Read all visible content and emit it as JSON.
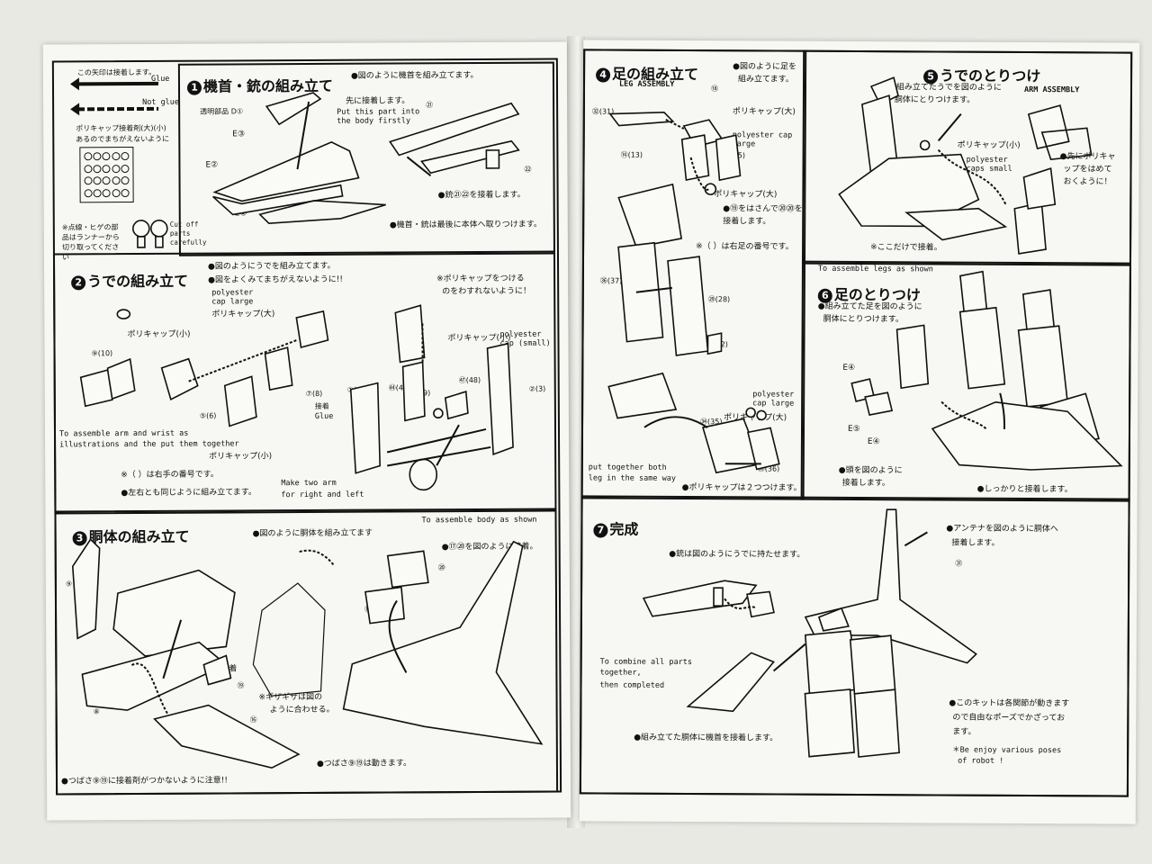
{
  "legend": {
    "glue": "この矢印は接着します。",
    "glue_en": "Glue",
    "no_glue_en": "Not glue",
    "poly_cap": "ポリキャップ接着剤(大)(小)",
    "poly_cap_note": "あるのでまちがえないように",
    "runner_note": "※点線・ヒゲの部品はランナーから切り取ってください",
    "cut_off": "Cut off parts carefully"
  },
  "steps": {
    "s1": {
      "num": "1",
      "title": "機首・銃の組み立て",
      "text1": "●図のように機首を組み立てます。",
      "text2": "先に接着します。",
      "en": "Put this part into the body firstly",
      "text3": "●銃㉑㉒を接着します。",
      "text4": "●機首・銃は最後に本体へ取りつけます。",
      "label_clear": "透明部品 D①",
      "e1": "E③",
      "e2": "E②",
      "e3": "E①",
      "p21": "㉑",
      "p22": "㉒"
    },
    "s2": {
      "num": "2",
      "title": "うでの組み立て",
      "text1": "●図のようにうでを組み立てます。",
      "text2": "●図をよくみてまちがえないように!!",
      "pc_large_en": "polyester cap large",
      "pc_large": "ポリキャップ(大)",
      "pc_small": "ポリキャップ(小)",
      "pc_small2": "ポリキャップ(小)",
      "pc_small3": "ポリキャップ(小)",
      "pc_small_en": "polyester cap (small)",
      "warn1": "※ポリキャップをつける",
      "warn2": "のをわすれないように！",
      "glue": "接着",
      "glue_en": "Glue",
      "en1": "To assemble arm and wrist as",
      "en2": "illustrations and the put them together",
      "right": "※（ ）は右手の番号です。",
      "both": "●左右とも同じように組み立てます。",
      "en3": "Make two arm",
      "en4": "for right and left",
      "p_a": "①(4)",
      "p_b": "②(3)",
      "p_c": "⑤(6)",
      "p_d": "⑦(8)",
      "p_e": "⑨(10)",
      "p_f": "㊹(45)",
      "p_g": "㊼(48)",
      "p_h": "㊿(49)"
    },
    "s3": {
      "num": "3",
      "title": "胴体の組み立て",
      "text1": "●図のように胴体を組み立てます",
      "en": "To assemble body as shown",
      "text2": "●⑰⑳を図のように接着。",
      "text3": "先に接着",
      "text4": "※ギザギザは図の",
      "text5": "ように合わせる。",
      "text6": "●つばさ⑨⑲は動きます。",
      "text7": "●つばさ⑨⑲に接着剤がつかないように注意!!",
      "p17": "⑰",
      "p20": "⑳",
      "p9": "⑨",
      "p19": "⑲",
      "p15": "⑮",
      "p8": "⑧",
      "p16": "⑯"
    },
    "s4": {
      "num": "4",
      "title": "足の組み立て",
      "en": "LEG ASSEMBLY",
      "text1": "●図のように足を",
      "text2": "組み立てます。",
      "pc_large": "ポリキャップ(大)",
      "pc_large_en": "polyester cap large",
      "pc2": "ポリキャップ(大)",
      "text3": "●⑲をはさんで⑳⑳を",
      "text4": "接着します。",
      "note": "※（ ）は右足の番号です。",
      "pc_large2_en": "polyester cap large",
      "pc_large3": "ポリキャップ(大)",
      "en2": "put together both",
      "en3": "leg in the same way",
      "text5": "●ポリキャップは２つつけます。",
      "p1": "㉜(31)",
      "p2": "⑱",
      "p3": "⑭(13)",
      "p4": "⑯(15)",
      "p5": "㉙(28)",
      "p6": "㊶(42)",
      "p7": "㊱(37)",
      "p8": "㉞(35)",
      "p9": "㉝(36)"
    },
    "s5": {
      "num": "5",
      "title": "うでのとりつけ",
      "text1": "●組み立てたうでを図のように",
      "text2": "胴体にとりつけます。",
      "en": "ARM ASSEMBLY",
      "pc_small": "ポリキャップ(小)",
      "pc_small_en": "polyester caps small",
      "text3": "●先にポリキャ",
      "text4": "ップをはめて",
      "text5": "おくように！",
      "text6": "※ここだけで接着。"
    },
    "s6": {
      "num": "6",
      "title": "足のとりつけ",
      "en": "To assemble legs as shown",
      "text1": "●組み立てた足を図のように",
      "text2": "胴体にとりつけます。",
      "e4": "E④",
      "e5": "E⑤",
      "e6": "E④",
      "text3": "●頭を図のように",
      "text4": "接着します。",
      "text5": "●しっかりと接着します。"
    },
    "s7": {
      "num": "7",
      "title": "完成",
      "text1": "●銃は図のようにうでに持たせます。",
      "text2": "●アンテナを図のように胴体へ",
      "text3": "接着します。",
      "en1": "To combine all parts",
      "en2": "together,",
      "en3": "then completed",
      "text4": "●組み立てた胴体に機首を接着します。",
      "text5": "●このキットは各関節が動きます",
      "text6": "ので自由なポーズでかざってお",
      "text7": "ます。",
      "en4": "＊Be enjoy various poses",
      "en5": "of robot !",
      "p31": "㉛"
    }
  }
}
